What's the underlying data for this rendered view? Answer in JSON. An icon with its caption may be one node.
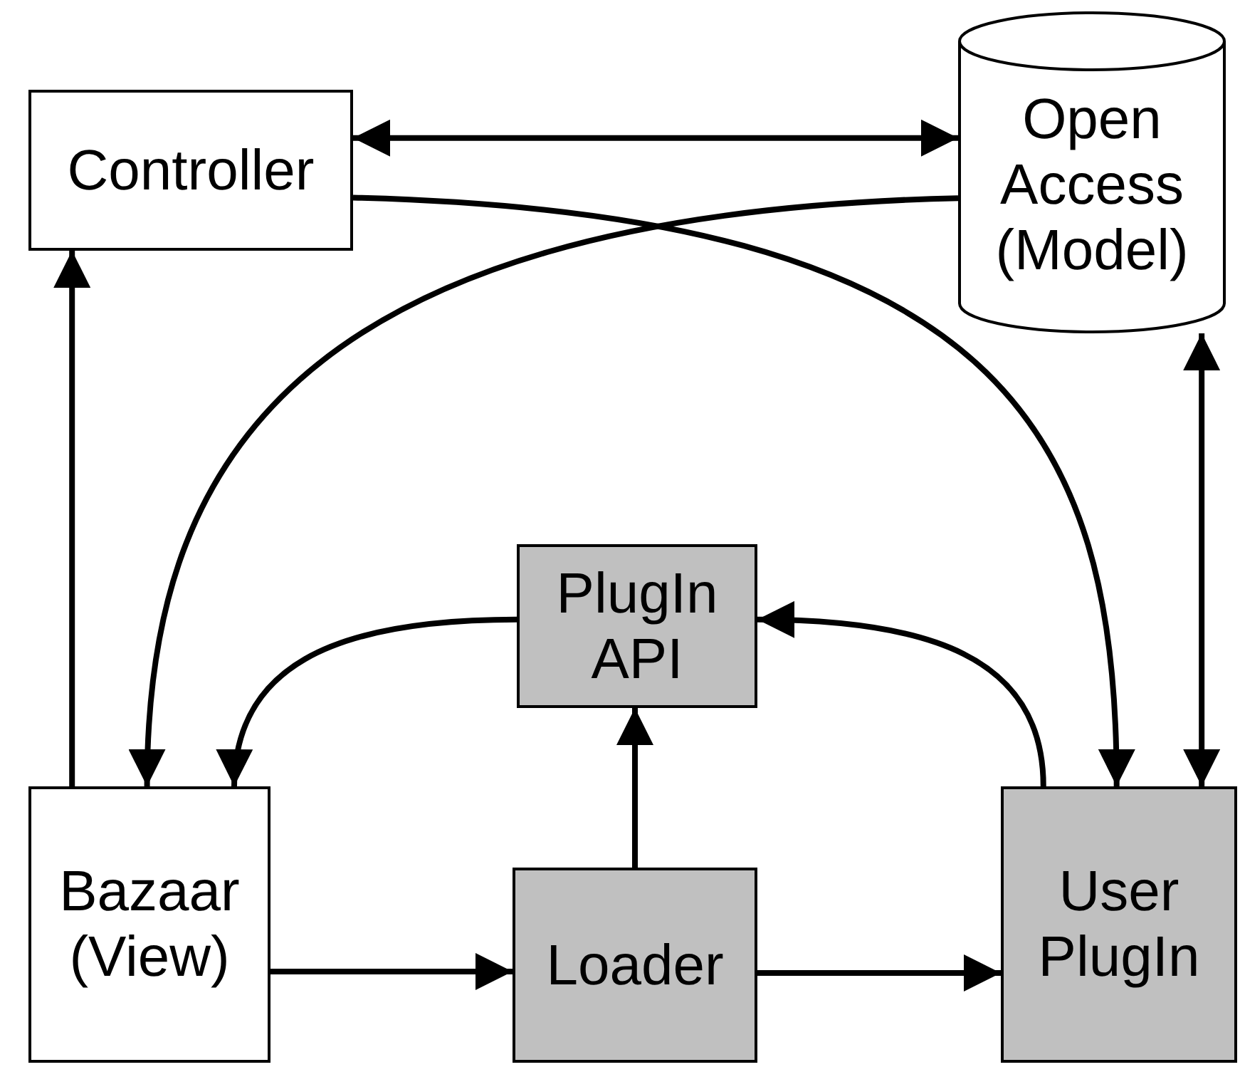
{
  "diagram": {
    "nodes": [
      {
        "text": [
          "Controller"
        ]
      },
      {
        "text": [
          "Open Access (Model)"
        ]
      },
      {
        "text": [
          "PlugIn API"
        ]
      },
      {
        "text": [
          "Bazaar (View)"
        ]
      },
      {
        "text": [
          "Loader"
        ]
      },
      {
        "text": [
          "User PlugIn"
        ]
      }
    ],
    "edges": [
      {
        "from": 0,
        "to": 1,
        "arrow": "both"
      },
      {
        "from": 0,
        "to": 5,
        "arrow": "to"
      },
      {
        "from": 1,
        "to": 3,
        "arrow": "to"
      },
      {
        "from": 1,
        "to": 5,
        "arrow": "both"
      },
      {
        "from": 3,
        "to": 0,
        "arrow": "to"
      },
      {
        "from": 2,
        "to": 3,
        "arrow": "to"
      },
      {
        "from": 5,
        "to": 2,
        "arrow": "to"
      },
      {
        "from": 4,
        "to": 2,
        "arrow": "to"
      },
      {
        "from": 3,
        "to": 4,
        "arrow": "to"
      },
      {
        "from": 4,
        "to": 5,
        "arrow": "to"
      }
    ]
  }
}
